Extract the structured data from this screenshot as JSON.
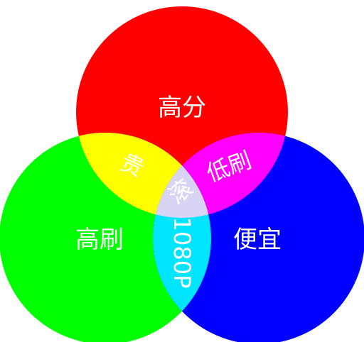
{
  "diagram": {
    "type": "venn",
    "sets": [
      {
        "id": "top",
        "label": "高分",
        "color": "#ff0000"
      },
      {
        "id": "left",
        "label": "高刷",
        "color": "#00ff00"
      },
      {
        "id": "right",
        "label": "便宜",
        "color": "#0000ff"
      }
    ],
    "intersections": [
      {
        "sets": [
          "top",
          "left"
        ],
        "label": "贵",
        "color": "#ffff00"
      },
      {
        "sets": [
          "top",
          "right"
        ],
        "label": "低刷",
        "color": "#ff00ff"
      },
      {
        "sets": [
          "left",
          "right"
        ],
        "label": "1080P",
        "color": "#00e5ff"
      },
      {
        "sets": [
          "top",
          "left",
          "right"
        ],
        "label": "滚",
        "color": "#d9d4f4"
      }
    ],
    "label_color": "#ffffff",
    "background": "#ffffff"
  }
}
